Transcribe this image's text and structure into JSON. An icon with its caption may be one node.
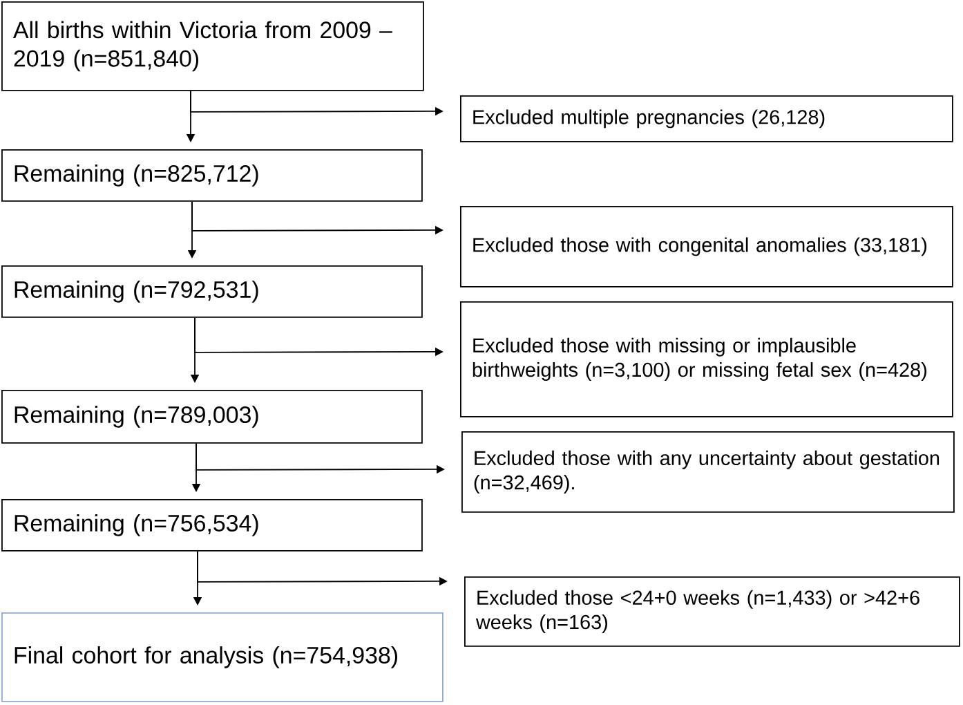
{
  "diagram": {
    "nodes": [
      {
        "text": [
          "All births within Victoria from 2009 – 2019 (n=851,840)"
        ]
      },
      {
        "text": [
          "Excluded multiple pregnancies (26,128)"
        ]
      },
      {
        "text": [
          "Remaining (n=825,712)"
        ]
      },
      {
        "text": [
          "Excluded  those with congenital anomalies (33,181)"
        ]
      },
      {
        "text": [
          "Remaining (n=792,531)"
        ]
      },
      {
        "text": [
          "Excluded those with missing or implausible birthweights (n=3,100) or missing fetal sex (n=428)"
        ]
      },
      {
        "text": [
          "Remaining (n=789,003)"
        ]
      },
      {
        "text": [
          "Excluded those with any uncertainty about gestation (n=32,469)."
        ]
      },
      {
        "text": [
          "Remaining (n=756,534)"
        ]
      },
      {
        "text": [
          "Excluded those <24+0 weeks (n=1,433) or >42+6 weeks (n=163)"
        ]
      },
      {
        "text": [
          "Final cohort for analysis (n=754,938)"
        ]
      }
    ],
    "edges": [
      {
        "from": 0,
        "to": 1,
        "arrow": "to"
      },
      {
        "from": 0,
        "to": 2,
        "arrow": "to"
      },
      {
        "from": 2,
        "to": 3,
        "arrow": "to"
      },
      {
        "from": 2,
        "to": 4,
        "arrow": "to"
      },
      {
        "from": 4,
        "to": 5,
        "arrow": "to"
      },
      {
        "from": 4,
        "to": 6,
        "arrow": "to"
      },
      {
        "from": 6,
        "to": 7,
        "arrow": "to"
      },
      {
        "from": 6,
        "to": 8,
        "arrow": "to"
      },
      {
        "from": 8,
        "to": 9,
        "arrow": "to"
      },
      {
        "from": 8,
        "to": 10,
        "arrow": "to"
      }
    ]
  }
}
